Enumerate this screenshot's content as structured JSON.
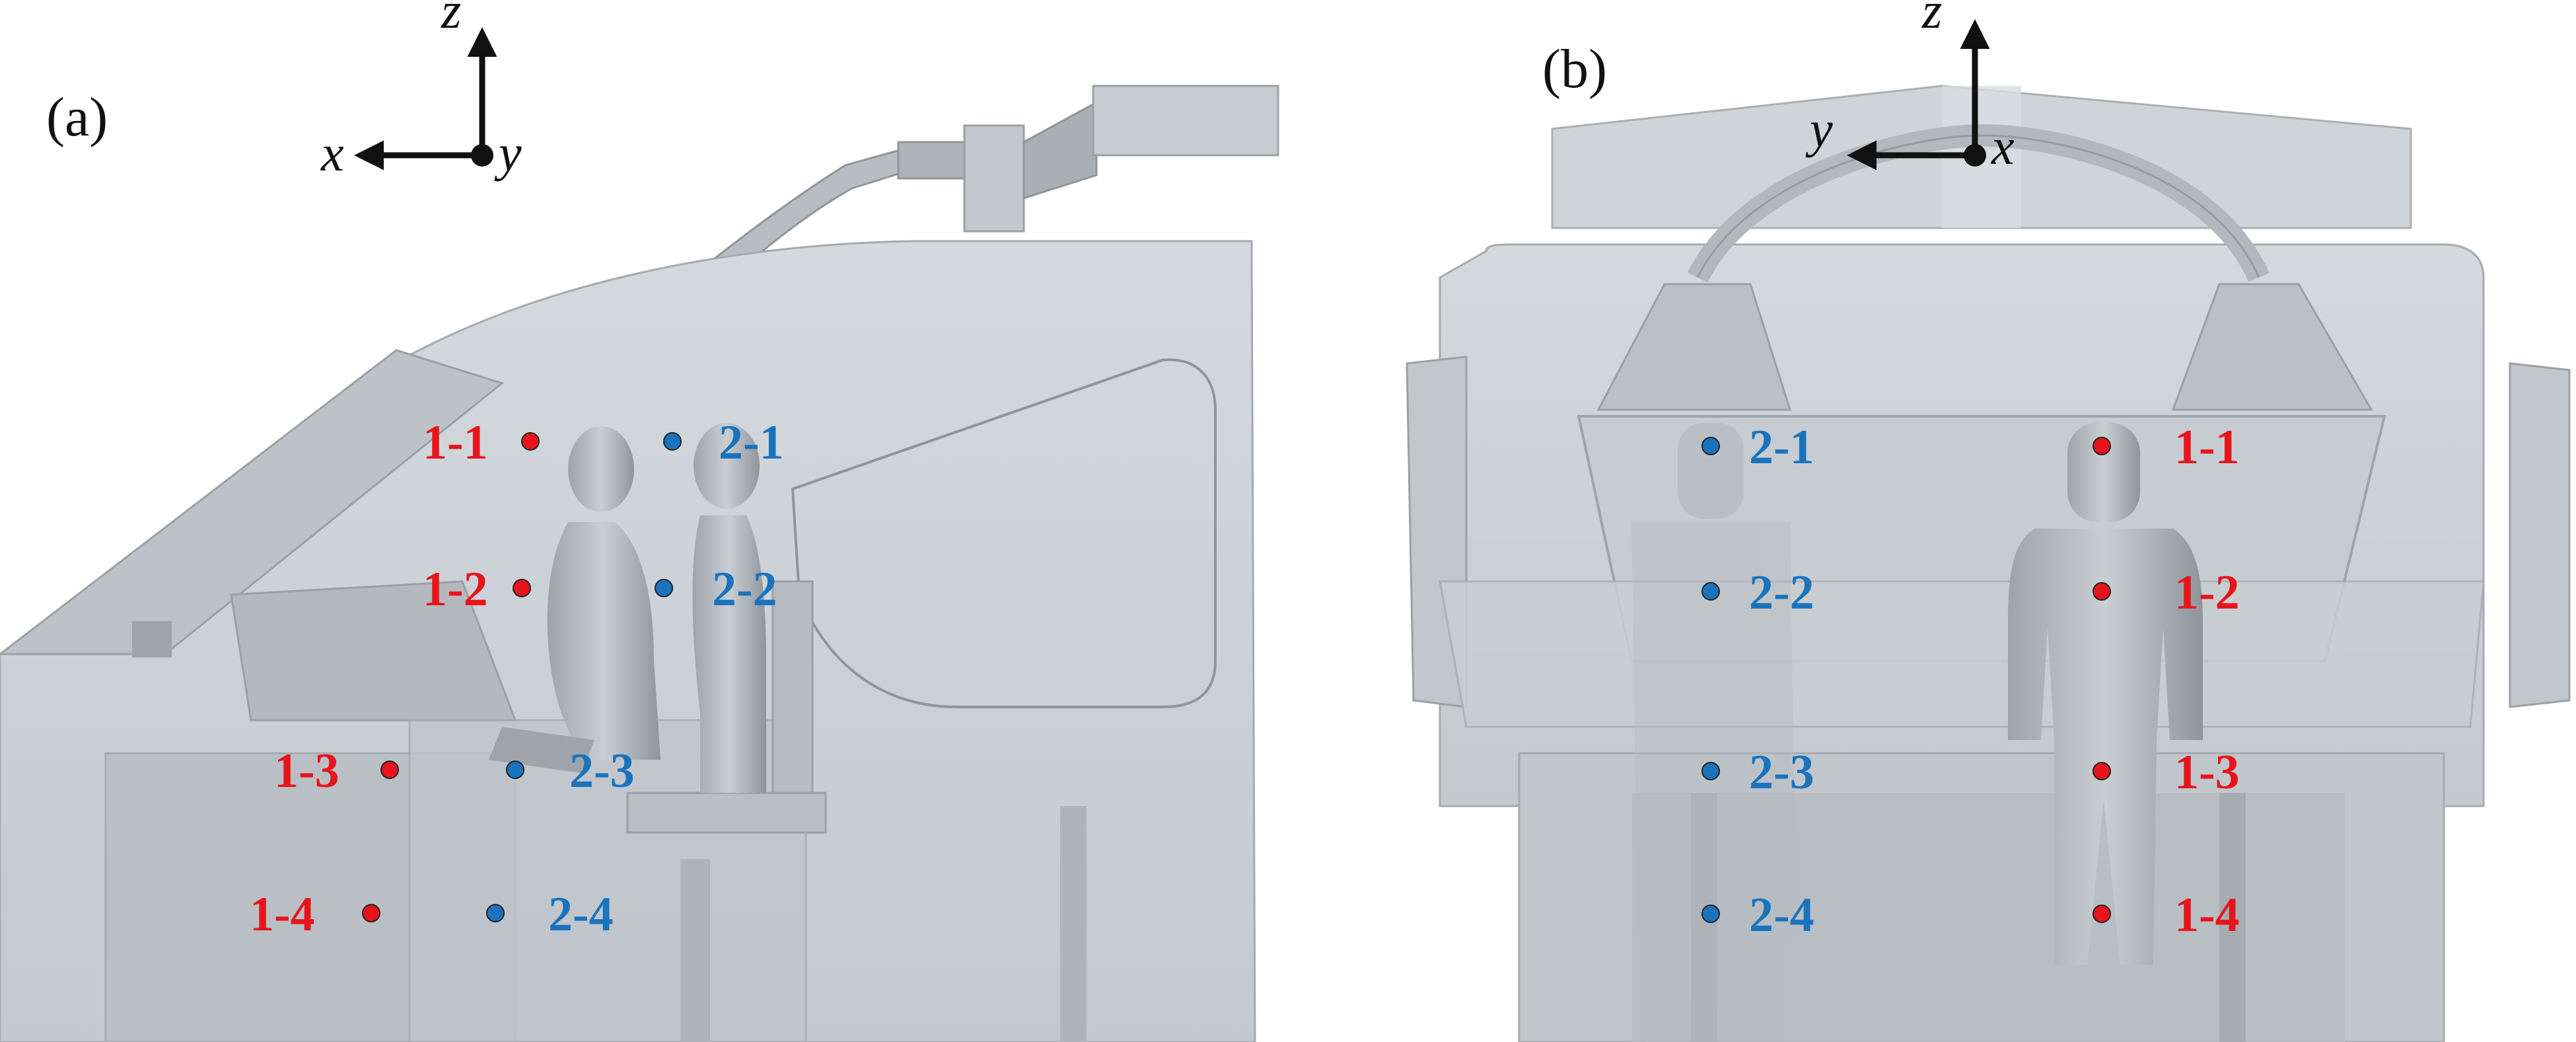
{
  "panels": {
    "a": {
      "label": "(a)",
      "axes": {
        "horizontal": "x",
        "vertical": "z",
        "out": "y"
      }
    },
    "b": {
      "label": "(b)",
      "axes": {
        "horizontal": "y",
        "vertical": "z",
        "out": "x"
      }
    }
  },
  "colors": {
    "driver": "#e8141b",
    "assistant": "#1a73bd",
    "body": "#c7cdd3"
  },
  "points": {
    "a": {
      "red": [
        "1-1",
        "1-2",
        "1-3",
        "1-4"
      ],
      "blue": [
        "2-1",
        "2-2",
        "2-3",
        "2-4"
      ]
    },
    "b": {
      "red": [
        "1-1",
        "1-2",
        "1-3",
        "1-4"
      ],
      "blue": [
        "2-1",
        "2-2",
        "2-3",
        "2-4"
      ]
    }
  }
}
